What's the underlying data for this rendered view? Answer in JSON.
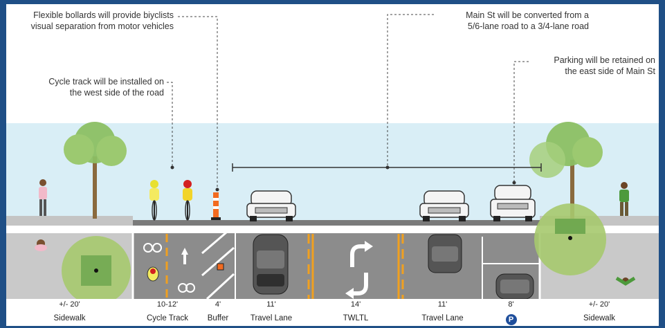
{
  "callouts": {
    "bollards": [
      "Flexible bollards will provide biyclists",
      "visual separation from motor vehicles"
    ],
    "cycle_track": [
      "Cycle track will be installed on",
      "the west side of the road"
    ],
    "conversion": [
      "Main St will be converted from a",
      "5/6-lane road to a 3/4-lane road"
    ],
    "parking": [
      "Parking will be retained on",
      "the east side of Main St"
    ]
  },
  "segments": [
    {
      "dim": "+/- 20'",
      "name": "Sidewalk"
    },
    {
      "dim": "10-12'",
      "name": "Cycle Track"
    },
    {
      "dim": "4'",
      "name": "Buffer"
    },
    {
      "dim": "11'",
      "name": "Travel Lane"
    },
    {
      "dim": "14'",
      "name": "TWLTL"
    },
    {
      "dim": "11'",
      "name": "Travel Lane"
    },
    {
      "dim": "8'",
      "name": "",
      "icon": "parking-icon",
      "icon_text": "P"
    },
    {
      "dim": "+/- 20'",
      "name": "Sidewalk"
    }
  ],
  "colors": {
    "frame": "#1f4f86",
    "sky": "#d9eef6",
    "road": "#8c8c8c",
    "sidewalk": "#c9c9c9",
    "lane_yellow": "#f0a020",
    "tree": "#8cbf63"
  }
}
